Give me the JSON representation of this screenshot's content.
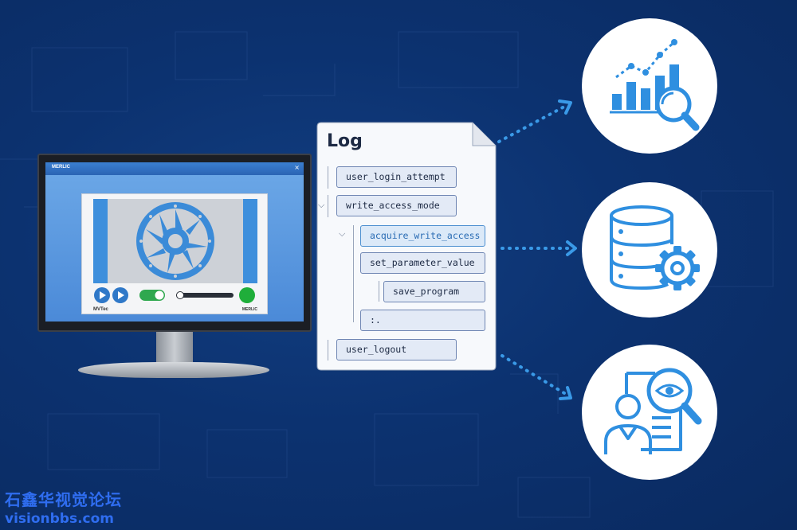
{
  "app": {
    "brand": "MERLIC",
    "close_glyph": "×",
    "footer_logo": "MVTec",
    "footer_brand": "MERLIC"
  },
  "log": {
    "title": "Log",
    "nodes": [
      {
        "label": "user_login_attempt"
      },
      {
        "label": "write_access_mode"
      },
      {
        "label": "acquire_write_access"
      },
      {
        "label": "set_parameter_value"
      },
      {
        "label": "save_program"
      },
      {
        "label": ":."
      },
      {
        "label": "user_logout"
      }
    ]
  },
  "icons": {
    "analytics": "bar-chart-magnifier-icon",
    "database": "database-gear-icon",
    "audit": "person-document-inspection-icon"
  },
  "colors": {
    "background": "#0c3270",
    "accent": "#3a9ae8",
    "node_border": "#6f86b3",
    "watermark": "#2f6df0"
  },
  "watermark": {
    "cn": "石鑫华视觉论坛",
    "en": "visionbbs.com"
  }
}
